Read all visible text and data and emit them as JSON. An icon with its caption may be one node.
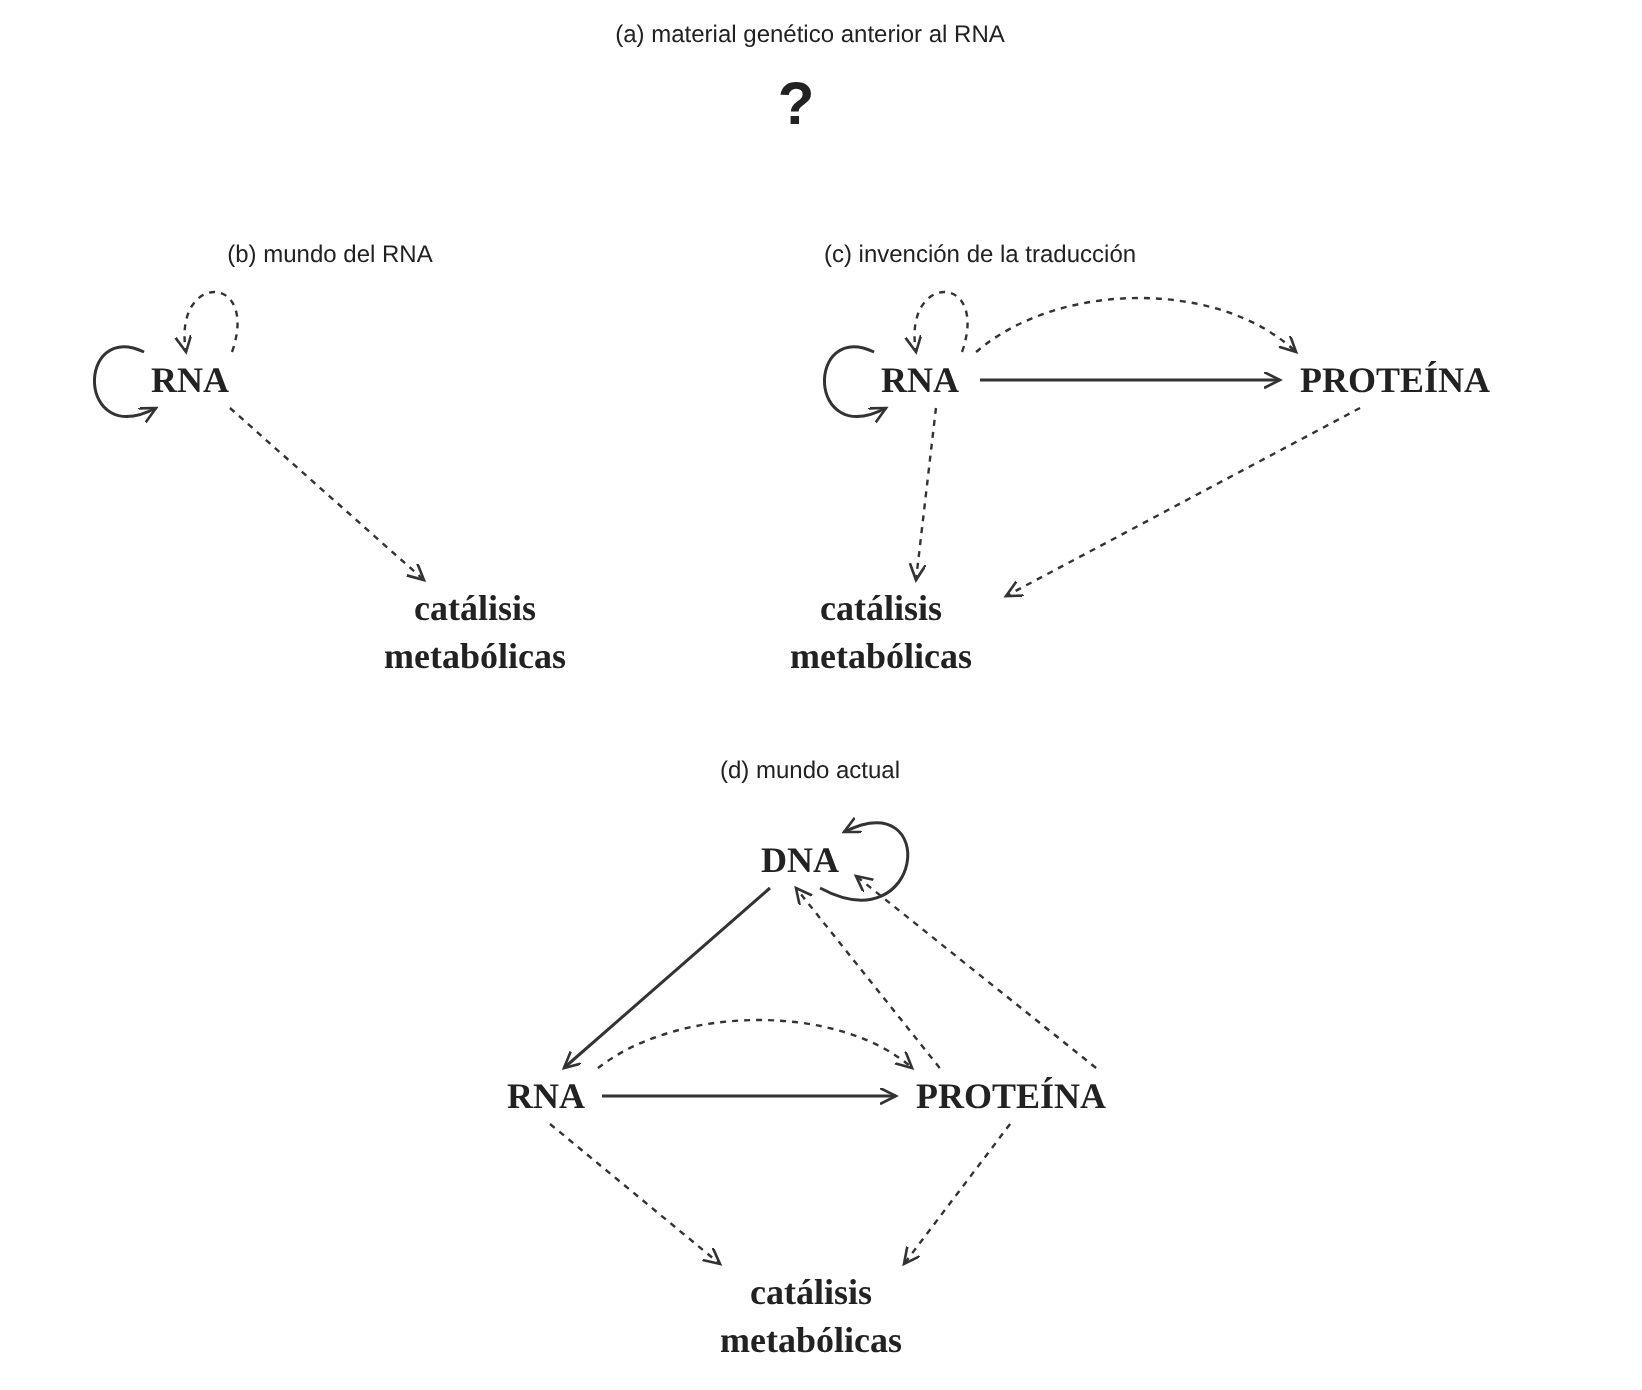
{
  "diagram": {
    "nodes": [
      {
        "text": [
          "RNA"
        ]
      },
      {
        "text": [
          "catálisis metabólicas"
        ]
      },
      {
        "text": [
          "RNA"
        ]
      },
      {
        "text": [
          "PROTEÍNA"
        ]
      },
      {
        "text": [
          "catálisis metabólicas"
        ]
      },
      {
        "text": [
          "DNA"
        ]
      },
      {
        "text": [
          "RNA"
        ]
      },
      {
        "text": [
          "PROTEÍNA"
        ]
      },
      {
        "text": [
          "catálisis metabólicas"
        ]
      }
    ],
    "edges": [
      {
        "from": 0,
        "to": 0,
        "arrow": "to"
      },
      {
        "from": 0,
        "to": 0,
        "arrow": "to",
        "style": "dashed"
      },
      {
        "from": 0,
        "to": 1,
        "arrow": "to",
        "style": "dashed"
      },
      {
        "from": 2,
        "to": 2,
        "arrow": "to"
      },
      {
        "from": 2,
        "to": 2,
        "arrow": "to",
        "style": "dashed"
      },
      {
        "from": 2,
        "to": 3,
        "arrow": "to"
      },
      {
        "from": 2,
        "to": 3,
        "arrow": "to",
        "style": "dashed"
      },
      {
        "from": 2,
        "to": 4,
        "arrow": "to",
        "style": "dashed"
      },
      {
        "from": 3,
        "to": 4,
        "arrow": "to",
        "style": "dashed"
      },
      {
        "from": 5,
        "to": 5,
        "arrow": "to"
      },
      {
        "from": 5,
        "to": 6,
        "arrow": "to"
      },
      {
        "from": 6,
        "to": 7,
        "arrow": "to"
      },
      {
        "from": 6,
        "to": 7,
        "arrow": "to",
        "style": "dashed"
      },
      {
        "from": 7,
        "to": 5,
        "arrow": "to",
        "style": "dashed"
      },
      {
        "from": 7,
        "to": 5,
        "arrow": "to",
        "style": "dashed"
      },
      {
        "from": 6,
        "to": 8,
        "arrow": "to",
        "style": "dashed"
      },
      {
        "from": 7,
        "to": 8,
        "arrow": "to",
        "style": "dashed"
      }
    ],
    "labels": [
      "(a) material genético anterior al RNA",
      "?",
      "(b) mundo del RNA",
      "(c) invención de la traducción",
      "(d) mundo actual"
    ]
  }
}
